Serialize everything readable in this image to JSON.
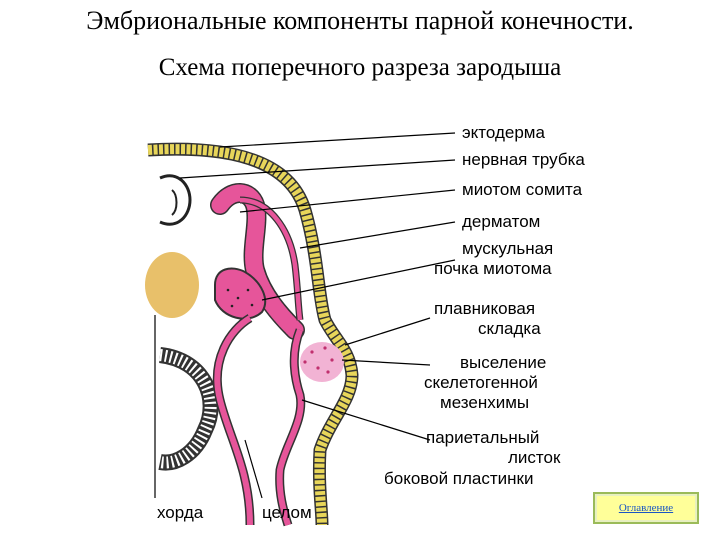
{
  "title": "Эмбриональные компоненты парной конечности.",
  "subtitle": "Схема поперечного  разреза  зародыша",
  "labels": {
    "ectoderm": "эктодерма",
    "neural_tube": "нервная трубка",
    "myotome": "миотом сомита",
    "dermatome": "дерматом",
    "muscle_bud_1": "мускульная",
    "muscle_bud_2": "почка миотома",
    "fin_fold_1": "плавниковая",
    "fin_fold_2": "складка",
    "skeletogenic_1": "выселение",
    "skeletogenic_2": "скелетогенной",
    "skeletogenic_3": "мезенхимы",
    "parietal_1": "париетальный",
    "parietal_2": "листок",
    "parietal_3": "боковой пластинки",
    "notochord": "хорда",
    "coelom": "целом"
  },
  "nav": {
    "contents_link": "Оглавление"
  },
  "colors": {
    "ectoderm": "#e8d65a",
    "mesoderm": "#e6559a",
    "notochord": "#e8c06a",
    "mesenchyme": "#f2b3d4"
  }
}
